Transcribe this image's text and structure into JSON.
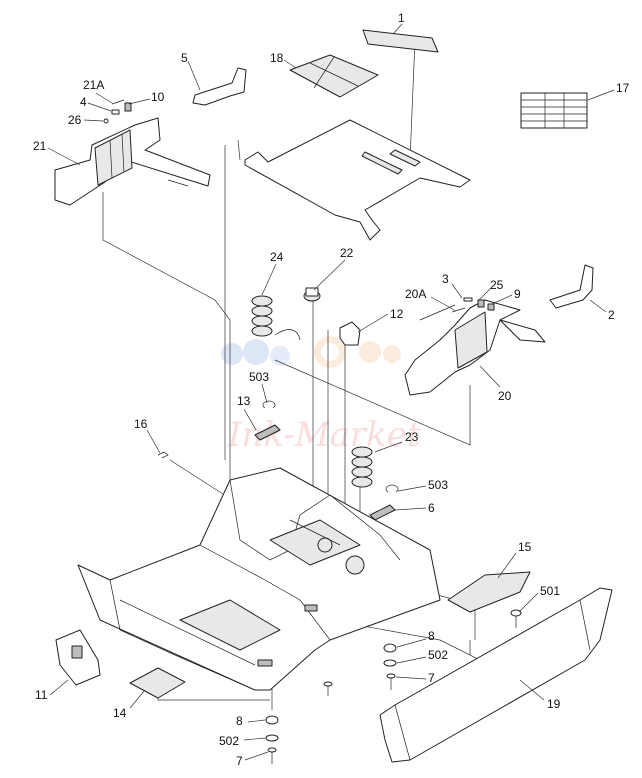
{
  "callouts": {
    "c1": "1",
    "c18": "18",
    "c17": "17",
    "c5": "5",
    "c21a": "21A",
    "c4": "4",
    "c10": "10",
    "c26": "26",
    "c21": "21",
    "c24": "24",
    "c22": "22",
    "c3": "3",
    "c25": "25",
    "c20a": "20A",
    "c9": "9",
    "c2": "2",
    "c12": "12",
    "c20": "20",
    "c503a": "503",
    "c13": "13",
    "c16": "16",
    "c23": "23",
    "c503b": "503",
    "c6": "6",
    "c15": "15",
    "c501": "501",
    "c8a": "8",
    "c502a": "502",
    "c7a": "7",
    "c11": "11",
    "c19": "19",
    "c14": "14",
    "c8b": "8",
    "c502b": "502",
    "c7b": "7"
  },
  "watermark": {
    "text": "Ink-Market",
    "colors": [
      "#9fb8e8",
      "#f7c9a0",
      "#f2a0a0"
    ]
  }
}
